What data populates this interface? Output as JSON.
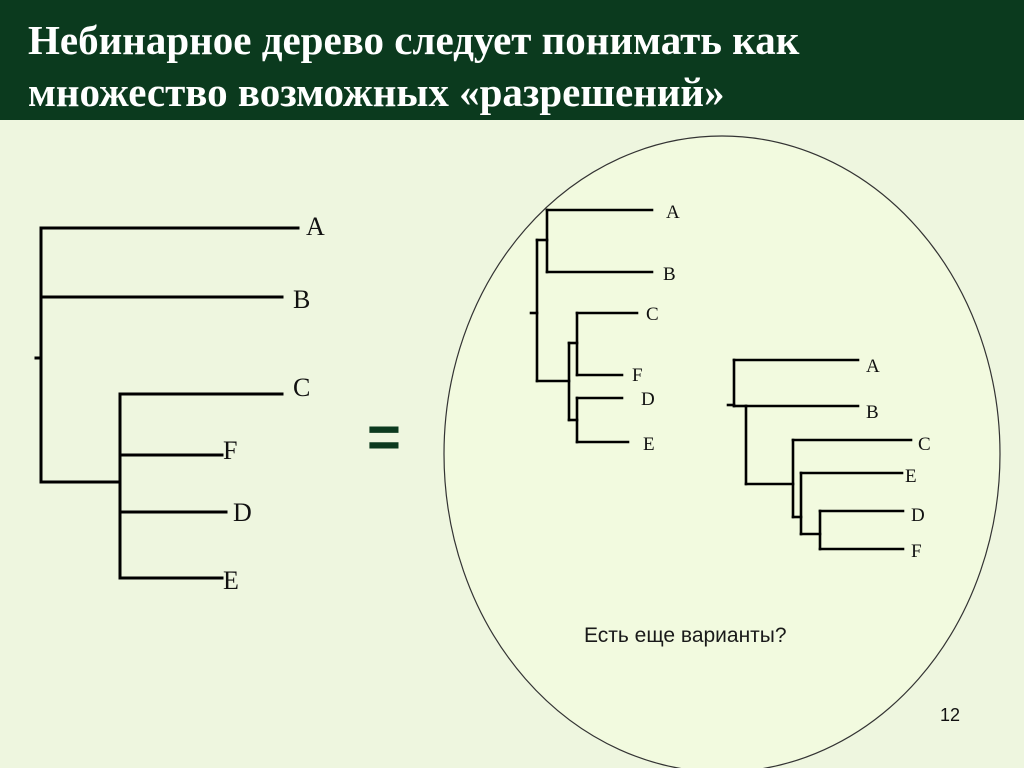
{
  "title": {
    "line1": "Небинарное дерево следует понимать как",
    "line2": "множество возможных «разрешений»"
  },
  "left_tree": {
    "leaves": [
      "A",
      "B",
      "C",
      "F",
      "D",
      "E"
    ]
  },
  "equals_sign": "=",
  "resolution_1": {
    "leaves": [
      "A",
      "B",
      "C",
      "F",
      "D",
      "E"
    ]
  },
  "resolution_2": {
    "leaves": [
      "A",
      "B",
      "C",
      "E",
      "D",
      "F"
    ]
  },
  "question": "Есть еще варианты?",
  "page_number": "12",
  "colors": {
    "header_bg": "#0B3A1E",
    "slide_bg": "#EEF6DF",
    "ellipse_fill": "#F2FADF",
    "equals": "#0B3A1E",
    "lines": "#000000"
  }
}
